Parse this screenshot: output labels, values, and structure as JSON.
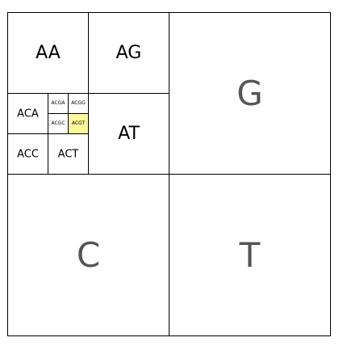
{
  "diagram": {
    "type": "quadtree",
    "cells": [
      {
        "key": "AA",
        "label": "AA"
      },
      {
        "key": "AG",
        "label": "AG"
      },
      {
        "key": "ACA",
        "label": "ACA"
      },
      {
        "key": "ACGA",
        "label": "ACGA"
      },
      {
        "key": "ACGG",
        "label": "ACGG"
      },
      {
        "key": "ACGC",
        "label": "ACGC"
      },
      {
        "key": "ACGT",
        "label": "ACGT",
        "highlighted": true
      },
      {
        "key": "ACC",
        "label": "ACC"
      },
      {
        "key": "ACT",
        "label": "ACT"
      },
      {
        "key": "AT",
        "label": "AT"
      },
      {
        "key": "G",
        "label": "G"
      },
      {
        "key": "C",
        "label": "C"
      },
      {
        "key": "T",
        "label": "T"
      }
    ],
    "highlight_color": "#fbf79a"
  }
}
